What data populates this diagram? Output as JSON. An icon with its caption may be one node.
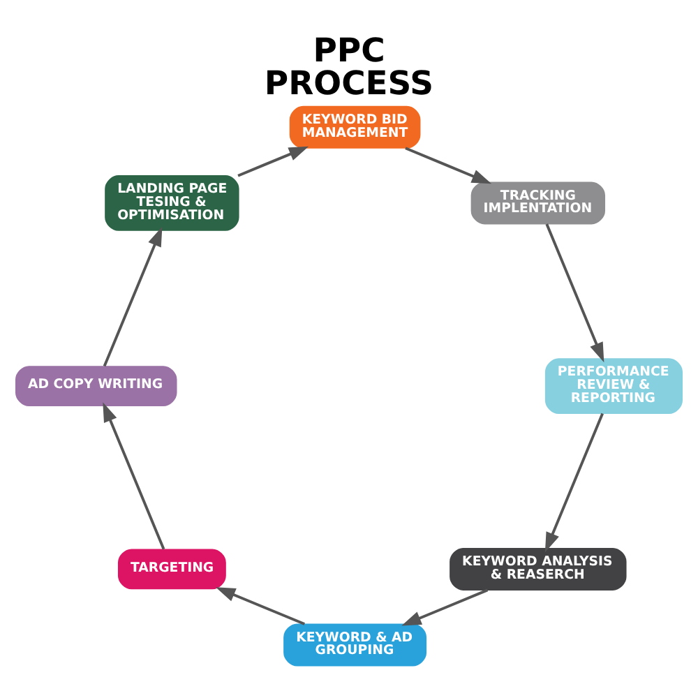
{
  "diagram": {
    "title": "PPC PROCESS",
    "nodes": [
      {
        "text": [
          "KEYWORD ANALYSIS & REASERCH"
        ]
      },
      {
        "text": [
          "KEYWORD & AD GROUPING"
        ]
      },
      {
        "text": [
          "TARGETING"
        ]
      },
      {
        "text": [
          "AD COPY WRITING"
        ]
      },
      {
        "text": [
          "LANDING PAGE TESING & OPTIMISATION"
        ]
      },
      {
        "text": [
          "KEYWORD BID MANAGEMENT"
        ]
      },
      {
        "text": [
          "TRACKING IMPLENTATION"
        ]
      },
      {
        "text": [
          "PERFORMANCE REVIEW & REPORTING"
        ]
      }
    ],
    "edges": [
      {
        "from": 0,
        "to": 1,
        "arrow": "to"
      },
      {
        "from": 1,
        "to": 2,
        "arrow": "to"
      },
      {
        "from": 2,
        "to": 3,
        "arrow": "to"
      },
      {
        "from": 3,
        "to": 4,
        "arrow": "to"
      },
      {
        "from": 4,
        "to": 5,
        "arrow": "to"
      },
      {
        "from": 5,
        "to": 6,
        "arrow": "to"
      },
      {
        "from": 6,
        "to": 7,
        "arrow": "to"
      },
      {
        "from": 7,
        "to": 0,
        "arrow": "to"
      }
    ]
  }
}
